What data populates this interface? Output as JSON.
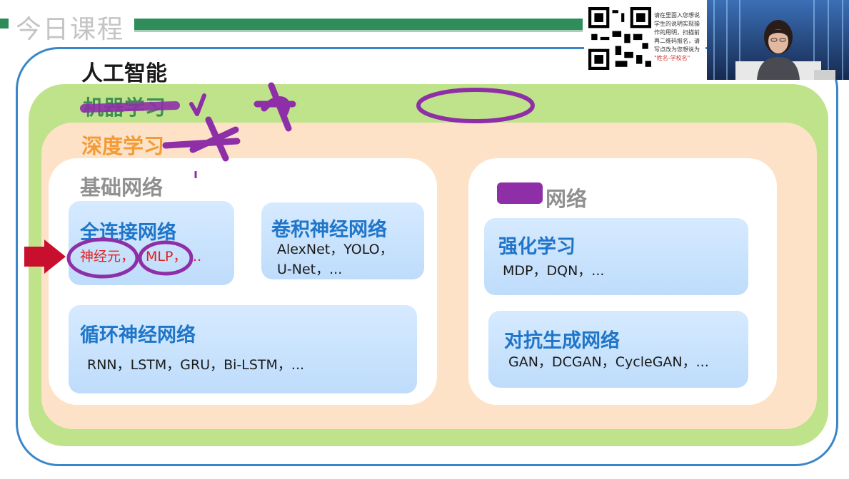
{
  "header": {
    "title": "今日课程"
  },
  "diagram": {
    "ai": {
      "title": "人工智能"
    },
    "ml": {
      "title": "机器学习"
    },
    "dl": {
      "title": "深度学习"
    },
    "basic": {
      "title": "基础网络",
      "fc": {
        "title": "全连接网络",
        "item1": "神经元，",
        "item2": "MLP，",
        "rest": "..."
      },
      "cnn": {
        "title": "卷积神经网络",
        "line1": "AlexNet，YOLO，",
        "line2": "U-Net，..."
      },
      "rnn": {
        "title": "循环神经网络",
        "line1": "RNN，LSTM，GRU，Bi-LSTM，..."
      }
    },
    "advanced": {
      "title": "网络",
      "rl": {
        "title": "强化学习",
        "line1": "MDP，DQN，..."
      },
      "gan": {
        "title": "对抗生成网络",
        "line1": "GAN，DCGAN，CycleGAN，..."
      }
    }
  },
  "overlay": {
    "qr_caption_line1": "请在里面入您想说",
    "qr_caption_line2": "学生的说明实现操",
    "qr_caption_line3": "作的用明，扫描前",
    "qr_caption_line4": "再二维码报名，请",
    "qr_caption_line5": "写点改为您想说为",
    "qr_caption_highlight": "\"姓名-学校名\""
  },
  "colors": {
    "outer_border": "#3a86c8",
    "ml_green": "#bfe38a",
    "dl_peach": "#fde2c8",
    "card_blue": "#bedcfb",
    "title_blue": "#1f76c9",
    "annotation_purple": "#8e2fa8",
    "arrow_red": "#c8102e"
  }
}
